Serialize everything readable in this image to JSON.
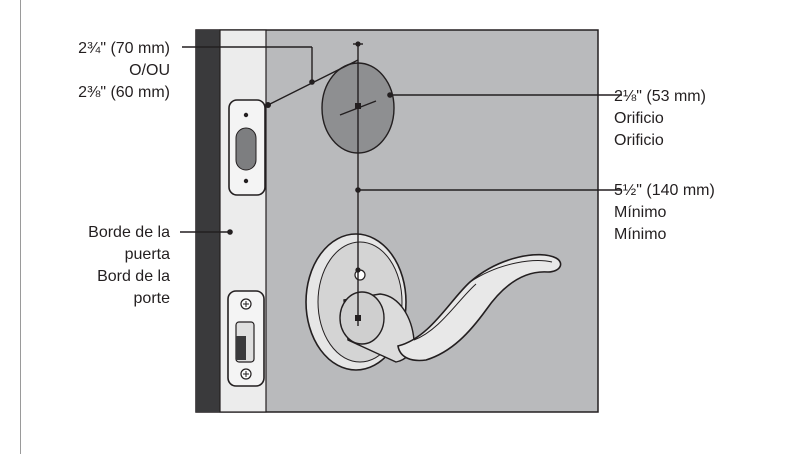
{
  "labels": {
    "backset": {
      "line1": "2¾\" (70 mm)",
      "line2": "O/OU",
      "line3": "2⅜\" (60 mm)"
    },
    "hole": {
      "line1": "2⅛\" (53 mm)",
      "line2": "Orificio",
      "line3": "Orificio"
    },
    "distance": {
      "line1": "5½\" (140 mm)",
      "line2": "Mínimo",
      "line3": "Mínimo"
    },
    "door_edge": {
      "line1": "Borde de la",
      "line2": "puerta",
      "line3": "Bord de la",
      "line4": "porte"
    }
  },
  "colors": {
    "door_face": "#b9babc",
    "door_edge_dark": "#3a3a3c",
    "edge_plate": "#e9e9e9",
    "hole": "#8e8f91",
    "outline": "#231f20"
  }
}
